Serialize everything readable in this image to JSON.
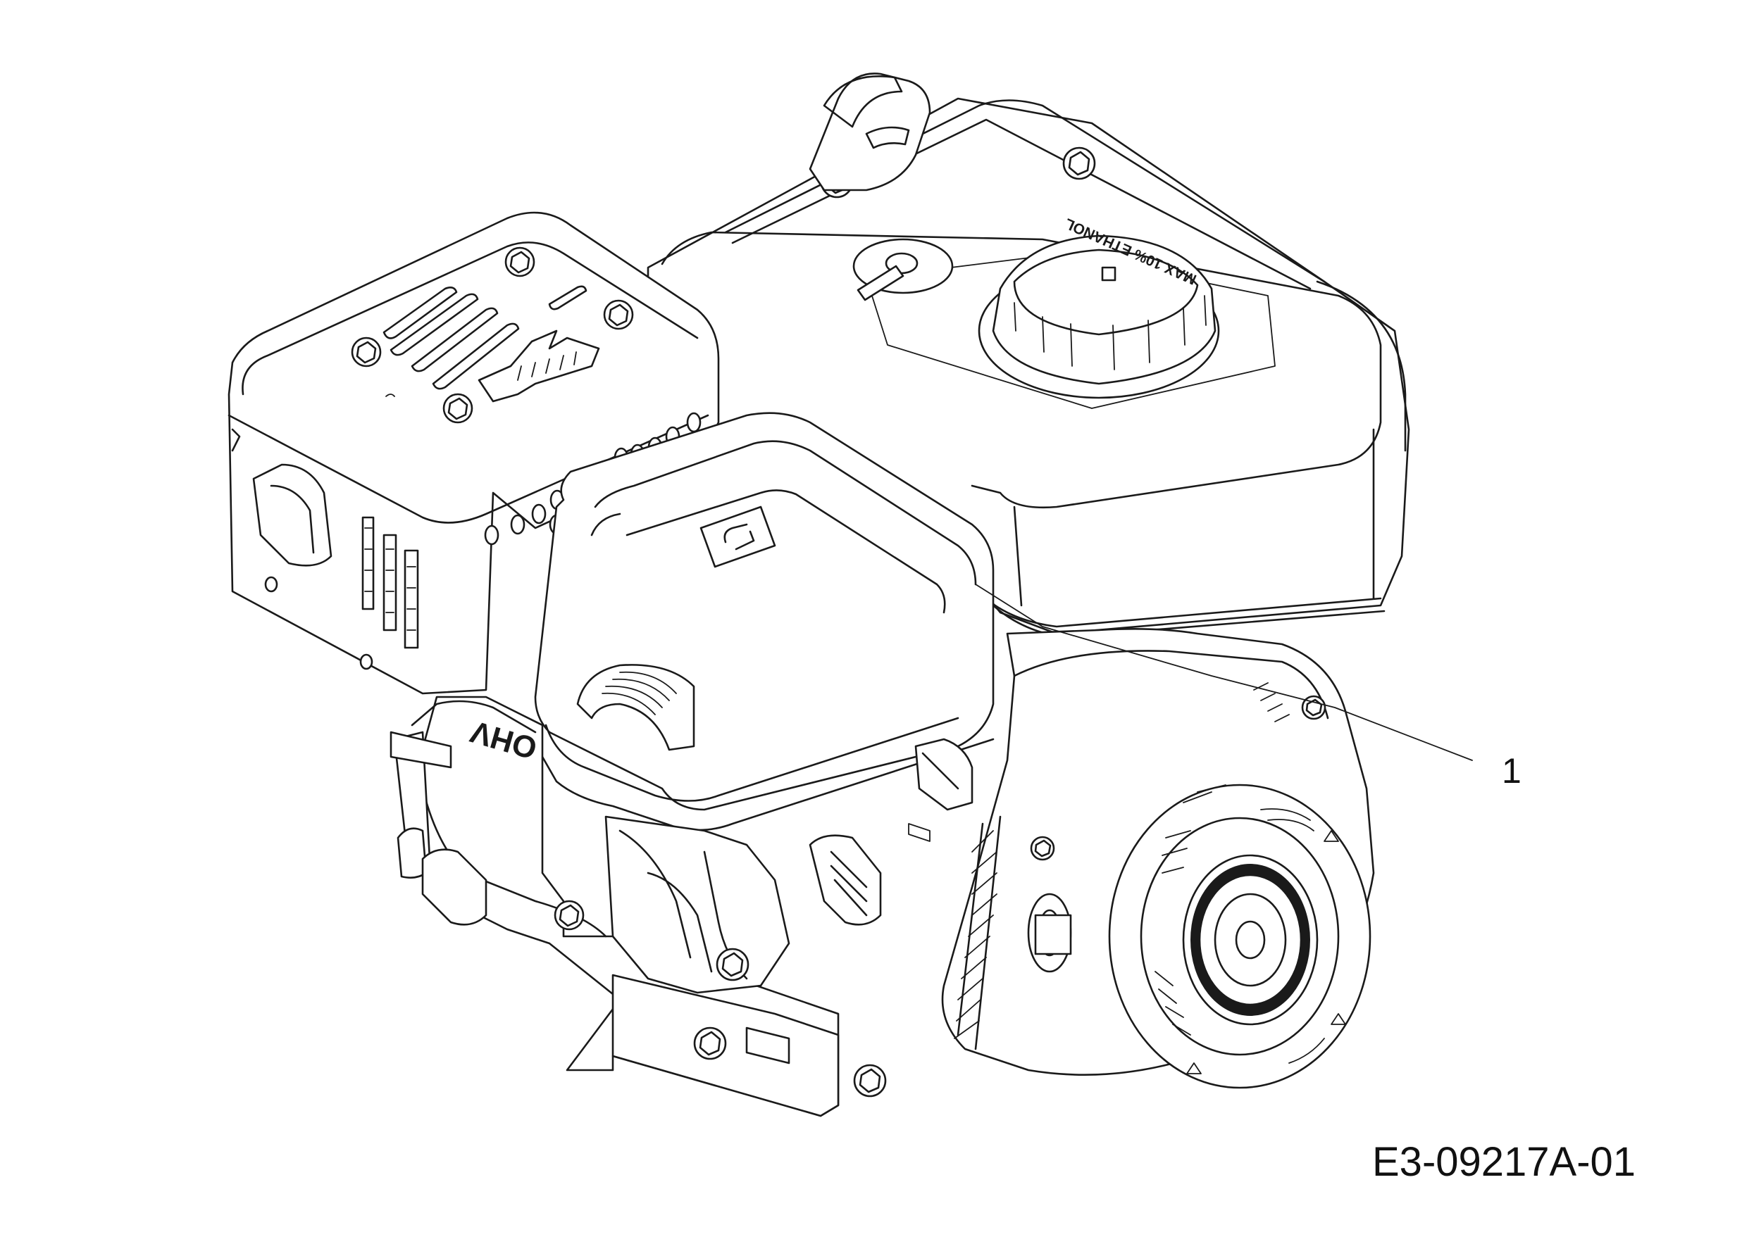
{
  "callouts": [
    {
      "label": "1"
    }
  ],
  "figure_code": "E3-09217A-01",
  "markings": {
    "crankcase_text": "OHV",
    "fuel_cap_text": "MAX 10% ETHANOL"
  }
}
